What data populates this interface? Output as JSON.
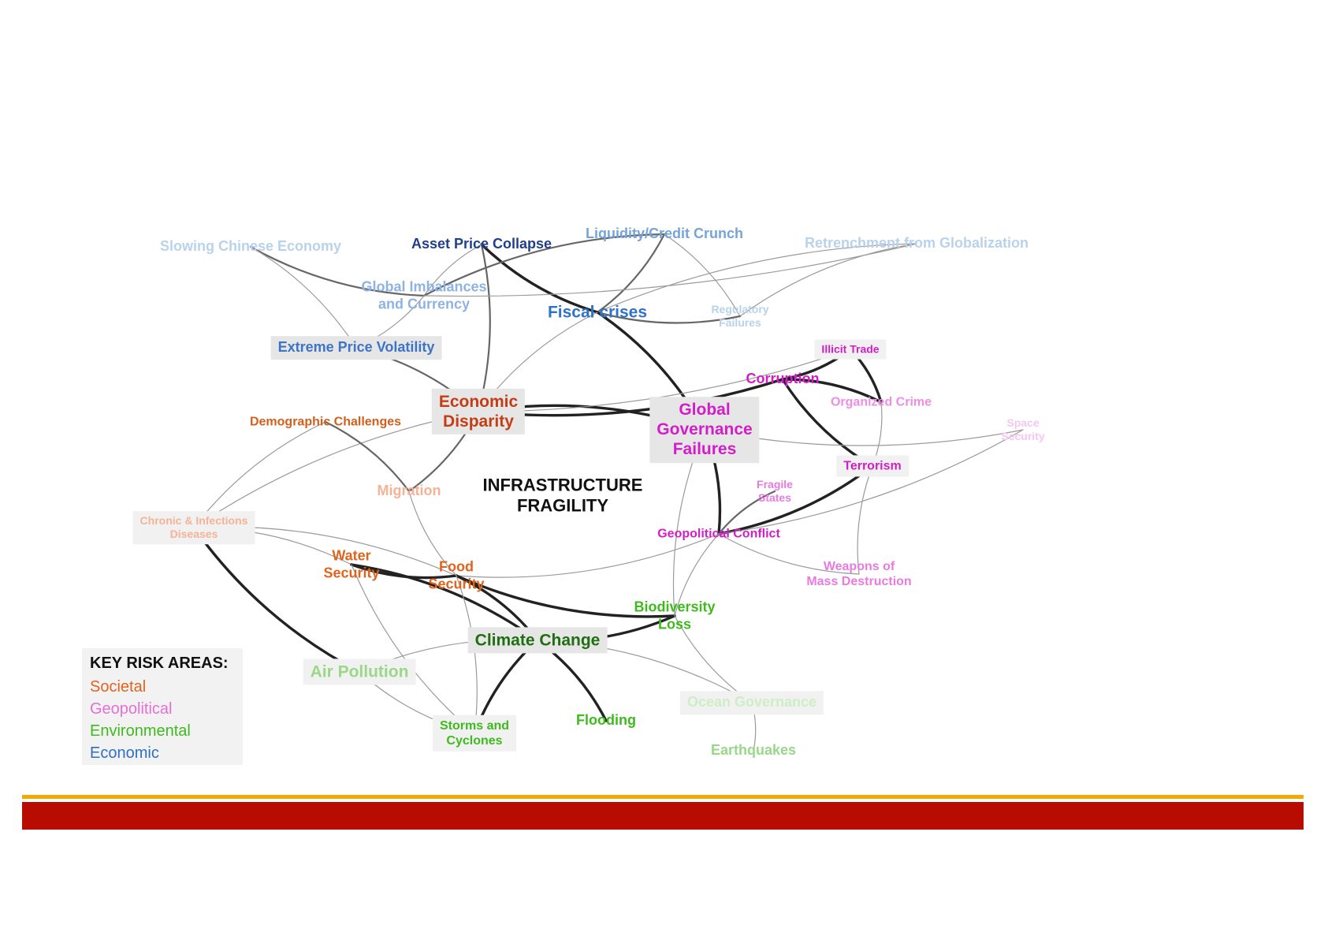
{
  "colors": {
    "societal": "#e0641e",
    "geopolitical": "#e43ce0",
    "environmental": "#3fba1e",
    "economic": "#2f6fc4",
    "center": "#111111"
  },
  "center_label": "INFRASTRUCTURE\nFRAGILITY",
  "nodes": [
    {
      "id": "slowing-chinese-economy",
      "label": "Slowing Chinese Economy",
      "color": "#b9d2ec",
      "size": "medium",
      "style": "plain"
    },
    {
      "id": "asset-price-collapse",
      "label": "Asset Price Collapse",
      "color": "#1f3e8e",
      "size": "medium",
      "style": "plain"
    },
    {
      "id": "liquidity-credit-crunch",
      "label": "Liquidity/Credit Crunch",
      "color": "#76a4d8",
      "size": "medium",
      "style": "plain"
    },
    {
      "id": "retrenchment-from-globalization",
      "label": "Retrenchment from Globalization",
      "color": "#b9d2ec",
      "size": "medium",
      "style": "plain"
    },
    {
      "id": "global-imbalances-and-currency",
      "label": "Global Imbalances\nand Currency",
      "color": "#8fb3e0",
      "size": "medium",
      "style": "plain"
    },
    {
      "id": "fiscal-crises",
      "label": "Fiscal crises",
      "color": "#2e73c8",
      "size": "large",
      "style": "plain"
    },
    {
      "id": "regulatory-failures",
      "label": "Regulatory\nFailures",
      "color": "#b9d2ec",
      "size": "tiny",
      "style": "plain"
    },
    {
      "id": "extreme-price-volatility",
      "label": "Extreme Price Volatility",
      "color": "#3d74c6",
      "size": "medium",
      "style": "boxed"
    },
    {
      "id": "illicit-trade",
      "label": "Illicit Trade",
      "color": "#d21ec8",
      "size": "tiny",
      "style": "boxed-light"
    },
    {
      "id": "corruption",
      "label": "Corruption",
      "color": "#d21ec8",
      "size": "medium",
      "style": "plain"
    },
    {
      "id": "economic-disparity",
      "label": "Economic\nDisparity",
      "color": "#c53d14",
      "size": "large",
      "style": "boxed"
    },
    {
      "id": "global-governance-failures",
      "label": "Global\nGovernance\nFailures",
      "color": "#d21ec8",
      "size": "large",
      "style": "boxed"
    },
    {
      "id": "organized-crime",
      "label": "Organized Crime",
      "color": "#ec8de6",
      "size": "small",
      "style": "plain"
    },
    {
      "id": "space-security",
      "label": "Space\nSecurity",
      "color": "#f6c6f2",
      "size": "tiny",
      "style": "plain"
    },
    {
      "id": "demographic-challenges",
      "label": "Demographic Challenges",
      "color": "#d35f1c",
      "size": "small",
      "style": "plain"
    },
    {
      "id": "terrorism",
      "label": "Terrorism",
      "color": "#d21ec8",
      "size": "small",
      "style": "boxed-light"
    },
    {
      "id": "migration",
      "label": "Migration",
      "color": "#f4b395",
      "size": "medium",
      "style": "plain"
    },
    {
      "id": "fragile-states",
      "label": "Fragile\nStates",
      "color": "#e87ae0",
      "size": "tiny",
      "style": "plain"
    },
    {
      "id": "chronic-infections-diseases",
      "label": "Chronic & Infections\nDiseases",
      "color": "#f4b395",
      "size": "tiny",
      "style": "boxed-light"
    },
    {
      "id": "geopolitical-conflict",
      "label": "Geopolitical Conflict",
      "color": "#d21ec8",
      "size": "small",
      "style": "plain"
    },
    {
      "id": "water-security",
      "label": "Water\nSecurity",
      "color": "#e0641e",
      "size": "medium",
      "style": "plain"
    },
    {
      "id": "food-security",
      "label": "Food\nSecurity",
      "color": "#e0641e",
      "size": "medium",
      "style": "plain"
    },
    {
      "id": "weapons-of-mass-destruction",
      "label": "Weapons of\nMass Destruction",
      "color": "#e87ae0",
      "size": "small",
      "style": "plain"
    },
    {
      "id": "biodiversity-loss",
      "label": "Biodiversity\nLoss",
      "color": "#3fba1e",
      "size": "medium",
      "style": "plain"
    },
    {
      "id": "climate-change",
      "label": "Climate Change",
      "color": "#1f6f12",
      "size": "large",
      "style": "boxed"
    },
    {
      "id": "air-pollution",
      "label": "Air Pollution",
      "color": "#9ad889",
      "size": "large",
      "style": "boxed-light"
    },
    {
      "id": "ocean-governance",
      "label": "Ocean Governance",
      "color": "#cdeec4",
      "size": "medium",
      "style": "boxed-light"
    },
    {
      "id": "storms-and-cyclones",
      "label": "Storms and\nCyclones",
      "color": "#3fba1e",
      "size": "small",
      "style": "boxed-light"
    },
    {
      "id": "flooding",
      "label": "Flooding",
      "color": "#3fba1e",
      "size": "medium",
      "style": "plain"
    },
    {
      "id": "earthquakes",
      "label": "Earthquakes",
      "color": "#9ad889",
      "size": "medium",
      "style": "plain"
    }
  ],
  "edges": [
    {
      "from": "slowing-chinese-economy",
      "to": "global-imbalances-and-currency",
      "weight": "medium"
    },
    {
      "from": "slowing-chinese-economy",
      "to": "extreme-price-volatility",
      "weight": "thin"
    },
    {
      "from": "asset-price-collapse",
      "to": "fiscal-crises",
      "weight": "heavy"
    },
    {
      "from": "asset-price-collapse",
      "to": "economic-disparity",
      "weight": "medium"
    },
    {
      "from": "asset-price-collapse",
      "to": "global-imbalances-and-currency",
      "weight": "thin"
    },
    {
      "from": "liquidity-credit-crunch",
      "to": "fiscal-crises",
      "weight": "medium"
    },
    {
      "from": "liquidity-credit-crunch",
      "to": "global-imbalances-and-currency",
      "weight": "medium"
    },
    {
      "from": "liquidity-credit-crunch",
      "to": "regulatory-failures",
      "weight": "thin"
    },
    {
      "from": "retrenchment-from-globalization",
      "to": "fiscal-crises",
      "weight": "thin"
    },
    {
      "from": "retrenchment-from-globalization",
      "to": "global-imbalances-and-currency",
      "weight": "thin"
    },
    {
      "from": "retrenchment-from-globalization",
      "to": "regulatory-failures",
      "weight": "thin"
    },
    {
      "from": "global-imbalances-and-currency",
      "to": "extreme-price-volatility",
      "weight": "thin"
    },
    {
      "from": "fiscal-crises",
      "to": "regulatory-failures",
      "weight": "medium"
    },
    {
      "from": "fiscal-crises",
      "to": "global-governance-failures",
      "weight": "heavy"
    },
    {
      "from": "fiscal-crises",
      "to": "economic-disparity",
      "weight": "thin"
    },
    {
      "from": "extreme-price-volatility",
      "to": "economic-disparity",
      "weight": "medium"
    },
    {
      "from": "economic-disparity",
      "to": "corruption",
      "weight": "heavy"
    },
    {
      "from": "economic-disparity",
      "to": "global-governance-failures",
      "weight": "heavy"
    },
    {
      "from": "economic-disparity",
      "to": "illicit-trade",
      "weight": "thin"
    },
    {
      "from": "economic-disparity",
      "to": "migration",
      "weight": "medium"
    },
    {
      "from": "economic-disparity",
      "to": "chronic-infections-diseases",
      "weight": "thin"
    },
    {
      "from": "demographic-challenges",
      "to": "migration",
      "weight": "medium"
    },
    {
      "from": "demographic-challenges",
      "to": "chronic-infections-diseases",
      "weight": "thin"
    },
    {
      "from": "illicit-trade",
      "to": "organized-crime",
      "weight": "heavy"
    },
    {
      "from": "corruption",
      "to": "illicit-trade",
      "weight": "heavy"
    },
    {
      "from": "corruption",
      "to": "organized-crime",
      "weight": "heavy"
    },
    {
      "from": "corruption",
      "to": "terrorism",
      "weight": "heavy"
    },
    {
      "from": "global-governance-failures",
      "to": "geopolitical-conflict",
      "weight": "heavy"
    },
    {
      "from": "global-governance-failures",
      "to": "space-security",
      "weight": "thin"
    },
    {
      "from": "organized-crime",
      "to": "terrorism",
      "weight": "thin"
    },
    {
      "from": "fragile-states",
      "to": "geopolitical-conflict",
      "weight": "medium"
    },
    {
      "from": "terrorism",
      "to": "geopolitical-conflict",
      "weight": "heavy"
    },
    {
      "from": "terrorism",
      "to": "weapons-of-mass-destruction",
      "weight": "thin"
    },
    {
      "from": "space-security",
      "to": "geopolitical-conflict",
      "weight": "thin"
    },
    {
      "from": "geopolitical-conflict",
      "to": "weapons-of-mass-destruction",
      "weight": "thin"
    },
    {
      "from": "geopolitical-conflict",
      "to": "food-security",
      "weight": "thin"
    },
    {
      "from": "geopolitical-conflict",
      "to": "biodiversity-loss",
      "weight": "thin"
    },
    {
      "from": "chronic-infections-diseases",
      "to": "water-security",
      "weight": "thin"
    },
    {
      "from": "chronic-infections-diseases",
      "to": "air-pollution",
      "weight": "heavy"
    },
    {
      "from": "chronic-infections-diseases",
      "to": "food-security",
      "weight": "thin"
    },
    {
      "from": "water-security",
      "to": "food-security",
      "weight": "heavy"
    },
    {
      "from": "water-security",
      "to": "climate-change",
      "weight": "heavy"
    },
    {
      "from": "water-security",
      "to": "storms-and-cyclones",
      "weight": "thin"
    },
    {
      "from": "food-security",
      "to": "climate-change",
      "weight": "heavy"
    },
    {
      "from": "food-security",
      "to": "biodiversity-loss",
      "weight": "heavy"
    },
    {
      "from": "food-security",
      "to": "storms-and-cyclones",
      "weight": "thin"
    },
    {
      "from": "migration",
      "to": "food-security",
      "weight": "thin"
    },
    {
      "from": "biodiversity-loss",
      "to": "climate-change",
      "weight": "heavy"
    },
    {
      "from": "biodiversity-loss",
      "to": "ocean-governance",
      "weight": "thin"
    },
    {
      "from": "biodiversity-loss",
      "to": "global-governance-failures",
      "weight": "thin"
    },
    {
      "from": "climate-change",
      "to": "storms-and-cyclones",
      "weight": "heavy"
    },
    {
      "from": "climate-change",
      "to": "flooding",
      "weight": "heavy"
    },
    {
      "from": "climate-change",
      "to": "air-pollution",
      "weight": "thin"
    },
    {
      "from": "climate-change",
      "to": "ocean-governance",
      "weight": "thin"
    },
    {
      "from": "air-pollution",
      "to": "storms-and-cyclones",
      "weight": "thin"
    },
    {
      "from": "ocean-governance",
      "to": "earthquakes",
      "weight": "thin"
    }
  ],
  "legend": {
    "title": "KEY RISK AREAS:",
    "items": [
      {
        "label": "Societal",
        "color": "#e0641e"
      },
      {
        "label": "Geopolitical",
        "color": "#e46fd6"
      },
      {
        "label": "Environmental",
        "color": "#3fba1e"
      },
      {
        "label": "Economic",
        "color": "#2f6fc4"
      }
    ]
  },
  "footer": {
    "accent_line_color": "#f2a900",
    "band_color": "#b90c00"
  }
}
